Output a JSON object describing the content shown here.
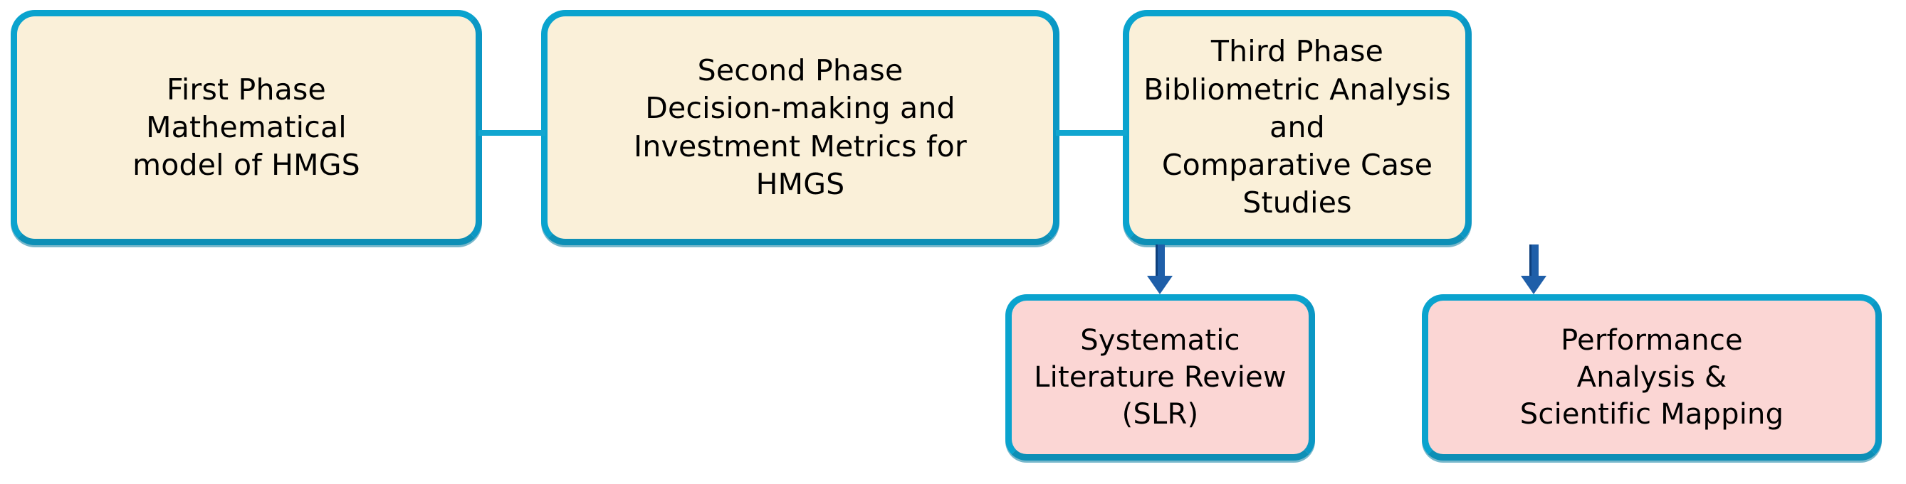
{
  "diagram": {
    "title": "Research Phases Flowchart",
    "background_color": "#ffffff",
    "phase_fill_color": "#faf0d9",
    "outcome_fill_color": "#fbd6d4",
    "border_color": "#0aa3ce",
    "connector_color": "#11a6d0",
    "arrow_color": "#1f5fa9",
    "text_color": "#000000"
  },
  "phases": [
    {
      "id": "phase-1",
      "label": "First Phase\nMathematical\nmodel of HMGS"
    },
    {
      "id": "phase-2",
      "label": "Second Phase\nDecision-making and\nInvestment Metrics for\nHMGS"
    },
    {
      "id": "phase-3",
      "label": "Third Phase\nBibliometric Analysis and\nComparative Case\nStudies"
    }
  ],
  "outcomes": [
    {
      "id": "outcome-slr",
      "label": "Systematic\nLiterature Review\n(SLR)"
    },
    {
      "id": "outcome-performance",
      "label": "Performance\nAnalysis &\nScientific Mapping"
    }
  ],
  "connectors": [
    {
      "id": "connector-phase1-phase2",
      "from": "phase-1",
      "to": "phase-2",
      "type": "line"
    },
    {
      "id": "connector-phase2-phase3",
      "from": "phase-2",
      "to": "phase-3",
      "type": "line"
    },
    {
      "id": "arrow-phase3-slr",
      "from": "phase-3",
      "to": "outcome-slr",
      "type": "arrow"
    },
    {
      "id": "arrow-phase3-performance",
      "from": "phase-3",
      "to": "outcome-performance",
      "type": "arrow"
    }
  ]
}
